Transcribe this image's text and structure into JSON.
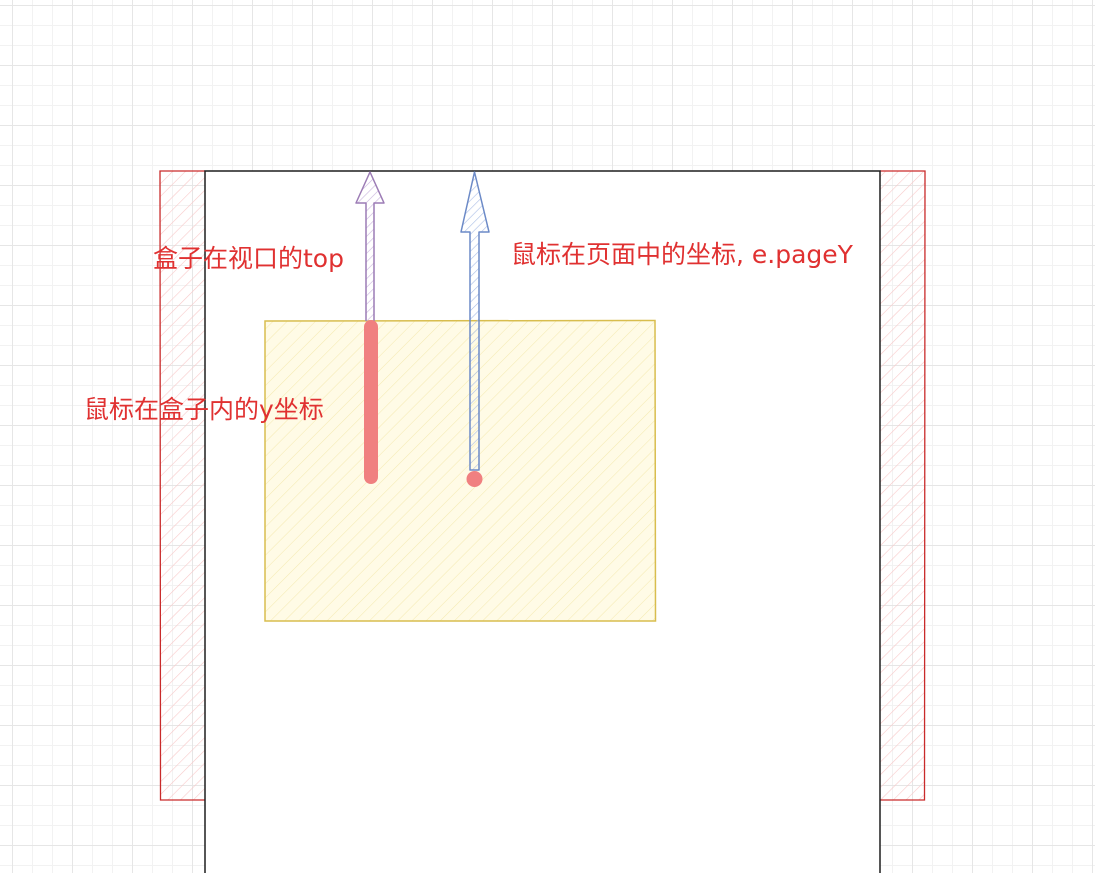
{
  "colors": {
    "label": "#e03131",
    "frame_stroke": "#1e1e1e",
    "side_stroke": "#c92a2a",
    "side_hatch": "#f8c9c9",
    "box_stroke": "#d8bd4e",
    "box_fill": "#fffbe6",
    "box_hatch": "#f5eab2",
    "arrow_top": "#9c7cb5",
    "arrow_top_hatch": "#c8b2dc",
    "arrow_page": "#6c8ac7",
    "arrow_page_hatch": "#a9bde6",
    "marker": "#f08080"
  },
  "labels": {
    "box_top": "盒子在视口的top",
    "page_y": "鼠标在页面中的坐标, e.pageY",
    "box_y": "鼠标在盒子内的y坐标"
  }
}
